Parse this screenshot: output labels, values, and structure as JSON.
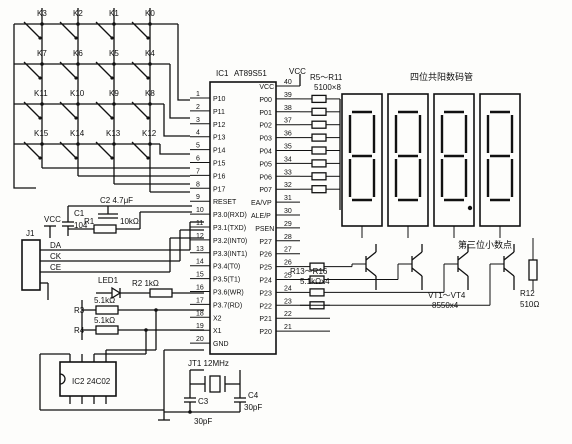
{
  "keys": {
    "row0": [
      "K3",
      "K2",
      "K1",
      "K0"
    ],
    "row1": [
      "K7",
      "K6",
      "K5",
      "K4"
    ],
    "row2": [
      "K11",
      "K10",
      "K9",
      "K8"
    ],
    "row3": [
      "K15",
      "K14",
      "K13",
      "K12"
    ]
  },
  "mcu": {
    "ref": "IC1",
    "part": "AT89S51",
    "vcc_label": "VCC",
    "left_pins": [
      {
        "num": "1",
        "name": "P10"
      },
      {
        "num": "2",
        "name": "P11"
      },
      {
        "num": "3",
        "name": "P12"
      },
      {
        "num": "4",
        "name": "P13"
      },
      {
        "num": "5",
        "name": "P14"
      },
      {
        "num": "6",
        "name": "P15"
      },
      {
        "num": "7",
        "name": "P16"
      },
      {
        "num": "8",
        "name": "P17"
      },
      {
        "num": "9",
        "name": "RESET"
      },
      {
        "num": "10",
        "name": "P3.0(RXD)"
      },
      {
        "num": "11",
        "name": "P3.1(TXD)"
      },
      {
        "num": "12",
        "name": "P3.2(INT0)"
      },
      {
        "num": "13",
        "name": "P3.3(INT1)"
      },
      {
        "num": "14",
        "name": "P3.4(T0)"
      },
      {
        "num": "15",
        "name": "P3.5(T1)"
      },
      {
        "num": "16",
        "name": "P3.6(WR)"
      },
      {
        "num": "17",
        "name": "P3.7(RD)"
      },
      {
        "num": "18",
        "name": "X2"
      },
      {
        "num": "19",
        "name": "X1"
      },
      {
        "num": "20",
        "name": "GND"
      }
    ],
    "right_pins": [
      {
        "num": "40",
        "name": "VCC"
      },
      {
        "num": "39",
        "name": "P00"
      },
      {
        "num": "38",
        "name": "P01"
      },
      {
        "num": "37",
        "name": "P02"
      },
      {
        "num": "36",
        "name": "P03"
      },
      {
        "num": "35",
        "name": "P04"
      },
      {
        "num": "34",
        "name": "P05"
      },
      {
        "num": "33",
        "name": "P06"
      },
      {
        "num": "32",
        "name": "P07"
      },
      {
        "num": "31",
        "name": "EA/VP"
      },
      {
        "num": "30",
        "name": "ALE/P"
      },
      {
        "num": "29",
        "name": "PSEN"
      },
      {
        "num": "28",
        "name": "P27"
      },
      {
        "num": "27",
        "name": "P26"
      },
      {
        "num": "26",
        "name": "P25"
      },
      {
        "num": "25",
        "name": "P24"
      },
      {
        "num": "24",
        "name": "P23"
      },
      {
        "num": "23",
        "name": "P22"
      },
      {
        "num": "22",
        "name": "P21"
      },
      {
        "num": "21",
        "name": "P20"
      }
    ]
  },
  "parts": {
    "c1": "C1",
    "c1_val": "104",
    "c2": "C2  4.7μF",
    "r1": "R1",
    "r1_val": "10kΩ",
    "vcc": "VCC",
    "j1": "J1",
    "da": "DA",
    "ck": "CK",
    "ce": "CE",
    "led1": "LED1",
    "r2": "R2  1kΩ",
    "r3": "R3",
    "r3_val": "5.1kΩ",
    "r4": "R4",
    "r4_val": "5.1kΩ",
    "ic2": "IC2  24C02",
    "jt1": "JT1  12MHz",
    "c3": "C3",
    "c3_val": "30pF",
    "c4": "C4",
    "c4_val": "30pF",
    "r5_11": "R5～R11",
    "r5_11_val": "5100×8",
    "r13_16": "R13～R16",
    "r13_16_val": "5.1kΩx4",
    "display_title": "四位共阳数码管",
    "dp_note": "第三位小数点",
    "vt": "VT1～VT4",
    "vt_part": "8550x4",
    "r12": "R12",
    "r12_val": "510Ω"
  }
}
